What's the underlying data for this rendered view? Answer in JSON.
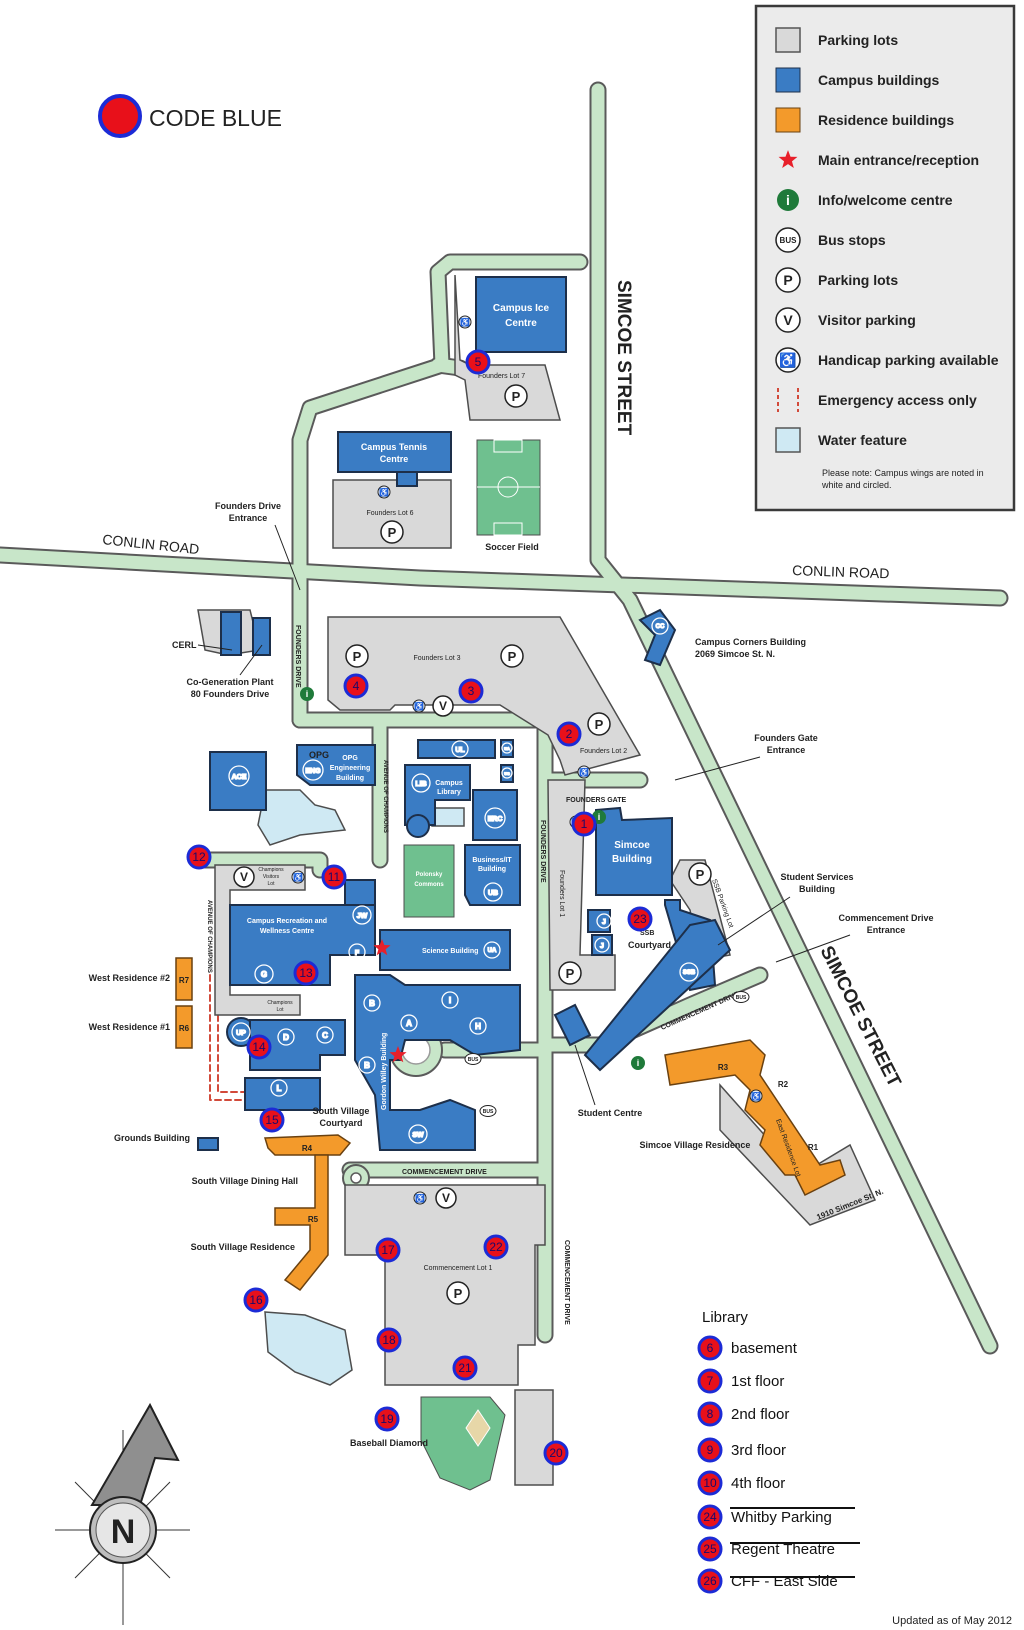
{
  "code_blue_title": "CODE BLUE",
  "updated": "Updated as of May 2012",
  "colors": {
    "road": "#c8e6c9",
    "road_stroke": "#5a5a5a",
    "parking": "#d9d9d9",
    "campus_building": "#3a7cc4",
    "residence": "#f39a2b",
    "water": "#cfe9f3",
    "field": "#6fc08f",
    "code_blue_fill": "#e8101a",
    "code_blue_ring": "#1c2bd6",
    "info": "#1f7a3a",
    "star": "#e8202a"
  },
  "legend": {
    "items": [
      {
        "icon": "parking-lot-swatch",
        "label": "Parking lots"
      },
      {
        "icon": "campus-building-swatch",
        "label": "Campus buildings"
      },
      {
        "icon": "residence-building-swatch",
        "label": "Residence buildings"
      },
      {
        "icon": "star-icon",
        "label": "Main entrance/reception"
      },
      {
        "icon": "info-icon",
        "label": "Info/welcome centre"
      },
      {
        "icon": "bus-icon",
        "label": "Bus stops"
      },
      {
        "icon": "parking-icon",
        "label": "Parking lots"
      },
      {
        "icon": "visitor-parking-icon",
        "label": "Visitor parking"
      },
      {
        "icon": "handicap-icon",
        "label": "Handicap parking available"
      },
      {
        "icon": "emergency-access-swatch",
        "label": "Emergency access only"
      },
      {
        "icon": "water-feature-swatch",
        "label": "Water feature"
      }
    ],
    "note_line1": "Please note: Campus wings are noted in",
    "note_line2": "white and circled.",
    "p_glyph": "P",
    "v_glyph": "V",
    "bus_glyph": "BUS",
    "i_glyph": "i"
  },
  "roads": {
    "simcoe_north": "SIMCOE STREET",
    "simcoe_south": "SIMCOE STREET",
    "conlin_west": "CONLIN ROAD",
    "conlin_east": "CONLIN ROAD",
    "founders_drive": "FOUNDERS DRIVE",
    "founders_drive_2": "FOUNDERS DRIVE",
    "avenue_champions": "AVENUE OF CHAMPIONS",
    "avenue_champions_2": "AVENUE OF CHAMPIONS",
    "founders_gate": "FOUNDERS GATE",
    "commencement_drive": "COMMENCEMENT DRIVE",
    "commencement_drive_2": "COMMENCEMENT DRIVE",
    "commencement_drive_3": "COMMENCEMENT DRIVE"
  },
  "places": {
    "ice_centre_1": "Campus Ice",
    "ice_centre_2": "Centre",
    "founders_lot_7": "Founders Lot 7",
    "tennis_1": "Campus Tennis",
    "tennis_2": "Centre",
    "founders_lot_6": "Founders Lot 6",
    "soccer_field": "Soccer Field",
    "founders_drive_entrance_1": "Founders Drive",
    "founders_drive_entrance_2": "Entrance",
    "cerl": "CERL",
    "cogen_1": "Co-Generation Plant",
    "cogen_2": "80 Founders Drive",
    "founders_lot_3": "Founders Lot 3",
    "founders_lot_2": "Founders Lot 2",
    "campus_corners_1": "Campus Corners Building",
    "campus_corners_2": "2069 Simcoe St. N.",
    "founders_gate_entrance_1": "Founders Gate",
    "founders_gate_entrance_2": "Entrance",
    "ace": "ACE",
    "eng": "ENG",
    "opg_1": "OPG",
    "opg_2": "Engineering",
    "opg_3": "Building",
    "ul": "UL",
    "us": "US",
    "ua_small": "UA",
    "lib": "LIB",
    "campus_library_1": "Campus",
    "campus_library_2": "Library",
    "erc": "ERC",
    "business_1": "Business/IT",
    "business_2": "Building",
    "ub": "UB",
    "polonsky_1": "Polonsky",
    "polonsky_2": "Commons",
    "founders_lot_1": "Founders Lot 1",
    "simcoe_bldg_1": "Simcoe",
    "simcoe_bldg_2": "Building",
    "ssb_parking": "SSB Parking Lot",
    "student_services_1": "Student Services",
    "student_services_2": "Building",
    "commencement_entrance_1": "Commencement Drive",
    "commencement_entrance_2": "Entrance",
    "ssb": "SSB",
    "ssb_courtyard_1": "SSB",
    "ssb_courtyard_2": "Courtyard",
    "j": "J",
    "champions_visitors_1": "Champions",
    "champions_visitors_2": "Visitors",
    "champions_visitors_3": "Lot",
    "jw": "JW",
    "crwc_1": "Campus Recreation and",
    "crwc_2": "Wellness Centre",
    "f": "F",
    "g": "G",
    "science_building": "Science Building",
    "ua": "UA",
    "west_res_2": "West Residence #2",
    "west_res_1": "West Residence #1",
    "r7": "R7",
    "r6": "R6",
    "champions_lot_1": "Champions",
    "champions_lot_2": "Lot",
    "b": "B",
    "a": "A",
    "i": "I",
    "h": "H",
    "up": "UP",
    "d": "D",
    "c": "C",
    "l": "L",
    "sw": "SW",
    "gordon_willey": "Gordon Willey Building",
    "student_centre": "Student Centre",
    "south_village_courtyard_1": "South Village",
    "south_village_courtyard_2": "Courtyard",
    "grounds_building": "Grounds Building",
    "r4": "R4",
    "r5": "R5",
    "r3": "R3",
    "r2": "R2",
    "r1": "R1",
    "east_res_lot": "East Residence Lot",
    "simcoe_village": "Simcoe Village Residence",
    "simcoe_1910": "1910 Simcoe St. N.",
    "south_village_dining": "South Village Dining Hall",
    "south_village_res": "South Village Residence",
    "commencement_lot_1": "Commencement Lot 1",
    "baseball_diamond": "Baseball Diamond",
    "cc": "CC",
    "north": "N"
  },
  "code_blue_points": [
    {
      "num": "1"
    },
    {
      "num": "2"
    },
    {
      "num": "3"
    },
    {
      "num": "4"
    },
    {
      "num": "5"
    },
    {
      "num": "11"
    },
    {
      "num": "12"
    },
    {
      "num": "13"
    },
    {
      "num": "14"
    },
    {
      "num": "15"
    },
    {
      "num": "16"
    },
    {
      "num": "17"
    },
    {
      "num": "18"
    },
    {
      "num": "19"
    },
    {
      "num": "20"
    },
    {
      "num": "21"
    },
    {
      "num": "22"
    },
    {
      "num": "23"
    }
  ],
  "library_legend": {
    "title": "Library",
    "rows": [
      {
        "num": "6",
        "label": "basement"
      },
      {
        "num": "7",
        "label": "1st floor"
      },
      {
        "num": "8",
        "label": "2nd floor"
      },
      {
        "num": "9",
        "label": "3rd floor"
      },
      {
        "num": "10",
        "label": "4th floor"
      },
      {
        "num": "24",
        "label": "Whitby Parking"
      },
      {
        "num": "25",
        "label": "Regent Theatre"
      },
      {
        "num": "26",
        "label": "CFF - East Side"
      }
    ]
  }
}
